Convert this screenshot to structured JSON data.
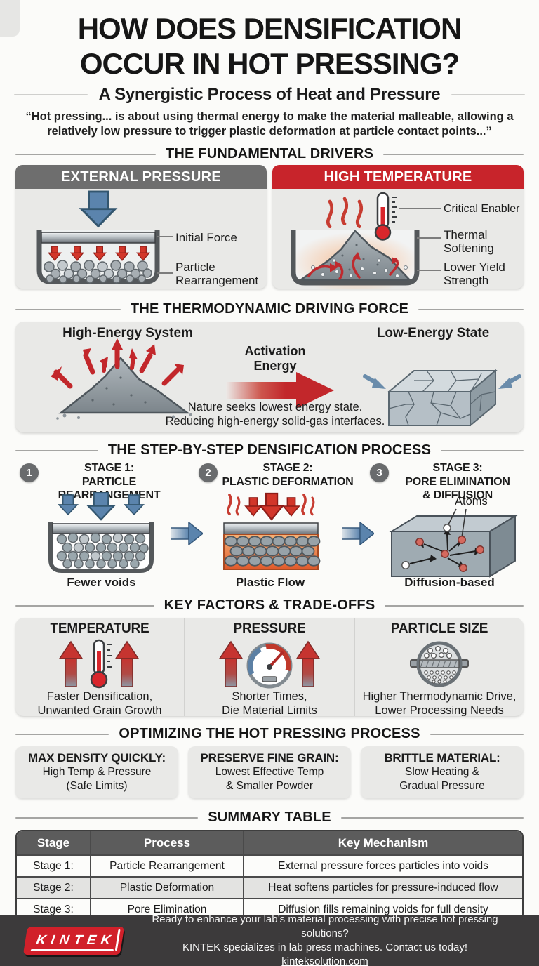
{
  "colors": {
    "accent_red": "#c8242b",
    "header_gray": "#6e6e6e",
    "steel_blue": "#5b84ad",
    "panel_bg": "#e9e9e7",
    "footer_bg": "#3c3a3b",
    "logo_red": "#d1202a"
  },
  "header": {
    "title_line1": "HOW DOES DENSIFICATION",
    "title_line2": "OCCUR IN HOT PRESSING?",
    "subtitle": "A Synergistic Process of Heat and Pressure",
    "quote_line1": "“Hot pressing... is about using thermal energy to make the material malleable, allowing a",
    "quote_line2": "relatively low pressure to trigger plastic deformation at particle contact points...”"
  },
  "drivers": {
    "heading": "THE FUNDAMENTAL DRIVERS",
    "pressure_panel": {
      "title": "EXTERNAL PRESSURE",
      "label_initial_force": "Initial Force",
      "label_particle_rearrangement": "Particle Rearrangement"
    },
    "temperature_panel": {
      "title": "HIGH TEMPERATURE",
      "label_critical_enabler": "Critical Enabler",
      "label_thermal_softening": "Thermal Softening",
      "label_lower_yield": "Lower Yield Strength"
    }
  },
  "thermodynamic": {
    "heading": "THE THERMODYNAMIC DRIVING FORCE",
    "left_label": "High-Energy System",
    "arrow_label": "Activation Energy",
    "right_label": "Low-Energy State",
    "note_line1": "Nature seeks lowest energy state.",
    "note_line2": "Reducing high-energy solid-gas interfaces."
  },
  "process": {
    "heading": "THE STEP-BY-STEP DENSIFICATION PROCESS",
    "stages": [
      {
        "number": "1",
        "title_line1": "STAGE 1:",
        "title_line2": "PARTICLE REARRANGEMENT",
        "caption": "Fewer voids"
      },
      {
        "number": "2",
        "title_line1": "STAGE 2:",
        "title_line2": "PLASTIC DEFORMATION",
        "caption": "Plastic Flow"
      },
      {
        "number": "3",
        "title_line1": "STAGE 3:",
        "title_line2": "PORE ELIMINATION",
        "title_line3": "& DIFFUSION",
        "caption": "Diffusion-based",
        "annotation": "Atoms"
      }
    ]
  },
  "factors": {
    "heading": "KEY FACTORS & TRADE-OFFS",
    "items": [
      {
        "title": "TEMPERATURE",
        "caption_line1": "Faster Densification,",
        "caption_line2": "Unwanted Grain Growth"
      },
      {
        "title": "PRESSURE",
        "caption_line1": "Shorter Times,",
        "caption_line2": "Die Material Limits"
      },
      {
        "title": "PARTICLE SIZE",
        "caption_line1": "Higher Thermodynamic Drive,",
        "caption_line2": "Lower Processing Needs"
      }
    ]
  },
  "optimizing": {
    "heading": "OPTIMIZING THE HOT PRESSING PROCESS",
    "cards": [
      {
        "title": "MAX DENSITY QUICKLY:",
        "line1": "High Temp & Pressure",
        "line2": "(Safe Limits)"
      },
      {
        "title": "PRESERVE FINE GRAIN:",
        "line1": "Lowest Effective Temp",
        "line2": "& Smaller Powder"
      },
      {
        "title": "BRITTLE MATERIAL:",
        "line1": "Slow Heating &",
        "line2": "Gradual Pressure"
      }
    ]
  },
  "summary": {
    "heading": "SUMMARY TABLE",
    "columns": [
      "Stage",
      "Process",
      "Key Mechanism"
    ],
    "rows": [
      [
        "Stage 1:",
        "Particle Rearrangement",
        "External pressure forces particles into voids"
      ],
      [
        "Stage 2:",
        "Plastic Deformation",
        "Heat softens particles for pressure-induced flow"
      ],
      [
        "Stage 3:",
        "Pore Elimination",
        "Diffusion fills remaining voids for full density"
      ]
    ]
  },
  "footer": {
    "logo_text": "KINTEK",
    "line1": "Ready to enhance your lab’s material processing with precise hot pressing solutions?",
    "line2": "KINTEK specializes in lab press machines. Contact us today!",
    "link": "kinteksolution.com"
  }
}
